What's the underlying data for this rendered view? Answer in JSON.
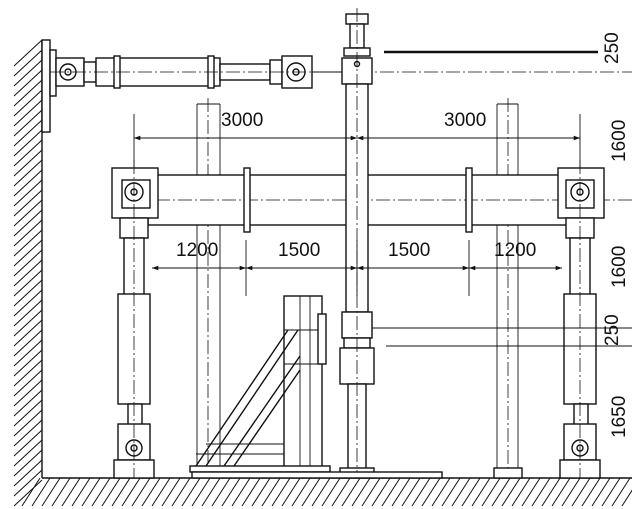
{
  "dimensions": {
    "top_left_span": "3000",
    "top_right_span": "3000",
    "bay_1": "1200",
    "bay_2": "1500",
    "bay_3": "1500",
    "bay_4": "1200",
    "right_top": "250",
    "right_upper": "1600",
    "right_middle": "1600",
    "right_joint": "250",
    "right_bottom": "1650"
  },
  "colors": {
    "line": "#111111",
    "background": "#ffffff"
  }
}
